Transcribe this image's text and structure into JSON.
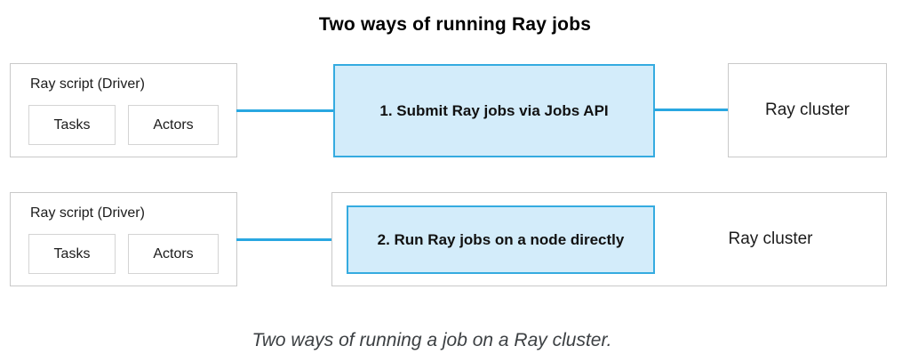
{
  "title": "Two ways of running Ray jobs",
  "caption": "Two ways of running a job on a Ray cluster.",
  "colors": {
    "accent_blue": "#29a7e1",
    "method_fill": "#d3ecfa",
    "method_border": "#35abe0",
    "border_gray": "#c9c9c9",
    "text_dark": "#1b1b1b",
    "caption_gray": "#3c4043"
  },
  "rows": [
    {
      "driver_label": "Ray script (Driver)",
      "tasks_label": "Tasks",
      "actors_label": "Actors",
      "method_label": "1. Submit Ray jobs via Jobs API",
      "cluster_label": "Ray cluster"
    },
    {
      "driver_label": "Ray script (Driver)",
      "tasks_label": "Tasks",
      "actors_label": "Actors",
      "method_label": "2. Run Ray jobs on a node directly",
      "cluster_label": "Ray cluster"
    }
  ]
}
